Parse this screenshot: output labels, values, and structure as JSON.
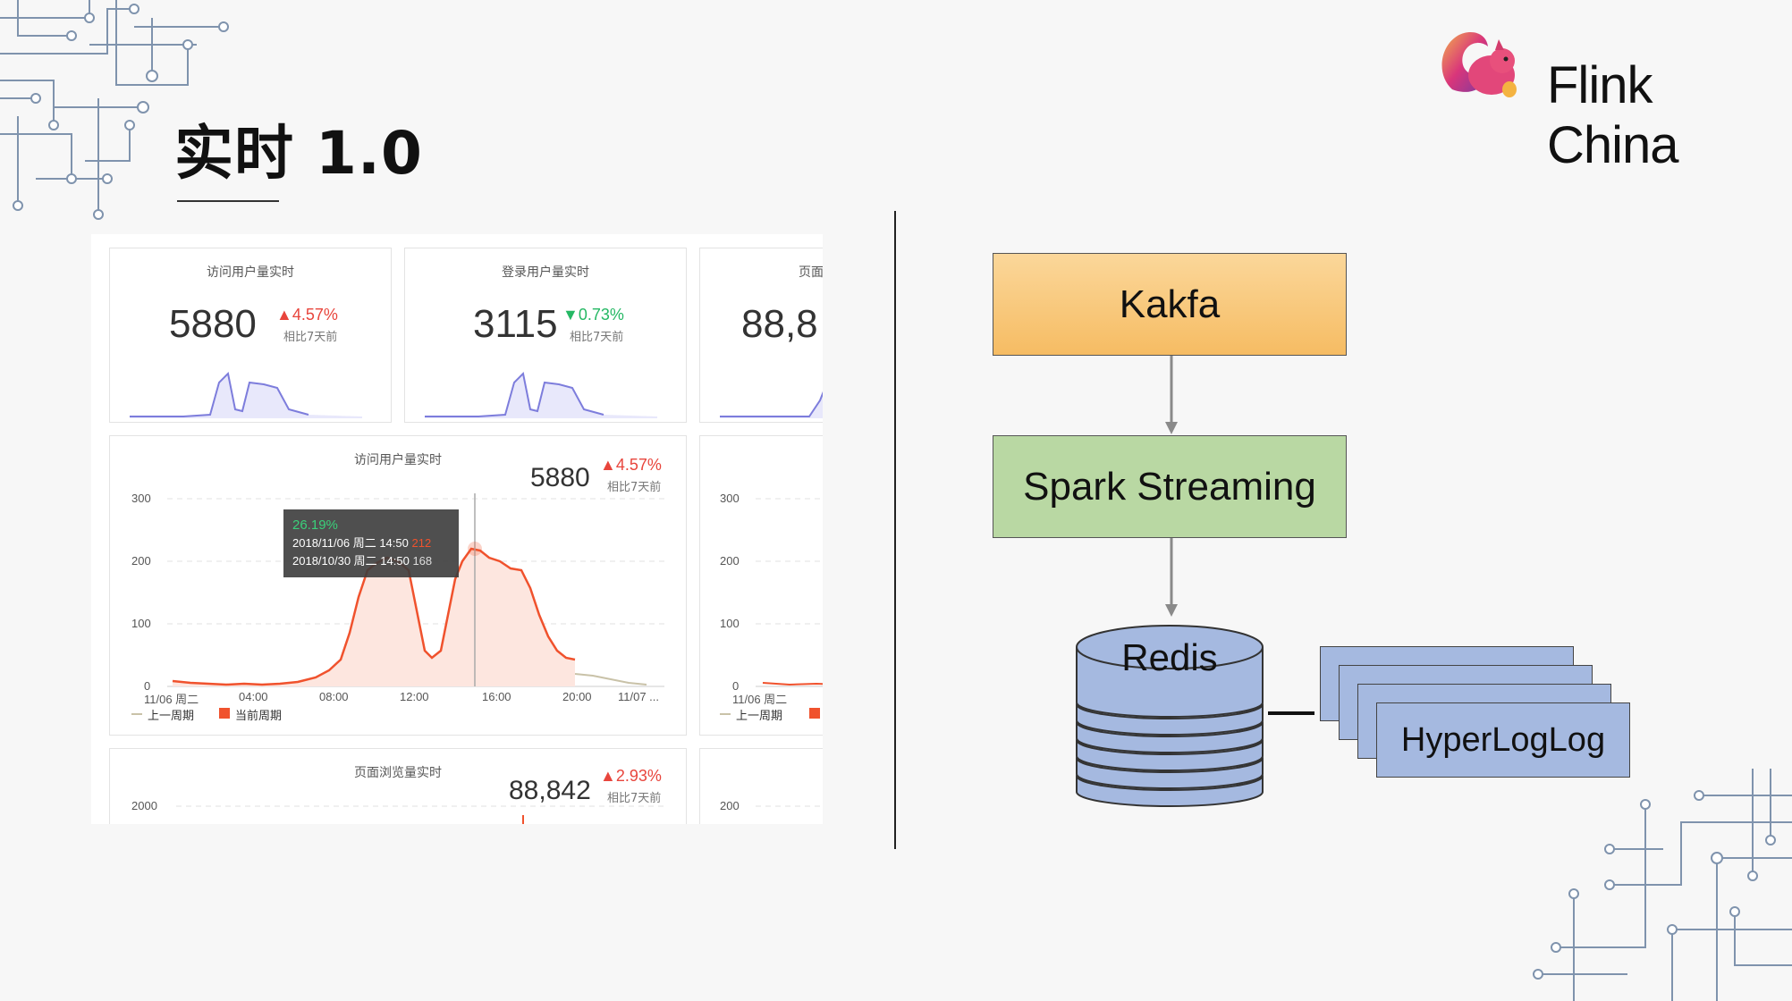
{
  "slide": {
    "title": "实时 1.0"
  },
  "brand": {
    "name": "Flink China"
  },
  "dashboard": {
    "cards": [
      {
        "title": "访问用户量实时",
        "value": "5880",
        "delta": "▲4.57%",
        "note": "相比7天前"
      },
      {
        "title": "登录用户量实时",
        "value": "3115",
        "delta": "▼0.73%",
        "note": "相比7天前"
      },
      {
        "title": "页面",
        "value": "88,8"
      }
    ],
    "main_chart": {
      "title": "访问用户量实时",
      "value": "5880",
      "delta": "▲4.57%",
      "note": "相比7天前",
      "y_ticks": [
        "300",
        "200",
        "100",
        "0"
      ],
      "x_ticks": [
        "11/06 周二",
        "04:00",
        "08:00",
        "12:00",
        "16:00",
        "20:00",
        "11/07 ..."
      ],
      "legend_prev": "上一周期",
      "legend_curr": "当前周期",
      "tooltip": {
        "pct": "26.19%",
        "line1_date": "2018/11/06 周二 14:50",
        "line1_val": "212",
        "line2_date": "2018/10/30 周二 14:50",
        "line2_val": "168"
      }
    },
    "side_chart": {
      "y_ticks": [
        "300",
        "200",
        "100",
        "0"
      ],
      "x_tick": "11/06 周二",
      "legend_prev": "上一周期"
    },
    "bottom_chart": {
      "title": "页面浏览量实时",
      "value": "88,842",
      "delta": "▲2.93%",
      "note": "相比7天前",
      "y_tick": "2000",
      "side_y_tick": "200"
    }
  },
  "pipeline": {
    "kafka": "Kakfa",
    "spark": "Spark Streaming",
    "redis": "Redis",
    "hll": "HyperLogLog"
  },
  "colors": {
    "current_period": "#f0522d",
    "previous_period": "#c9c2a8",
    "sparkline": "#7d7ddc",
    "kafka_box": "#f8c877",
    "spark_box": "#b9d8a3",
    "redis": "#a5b9e0"
  }
}
